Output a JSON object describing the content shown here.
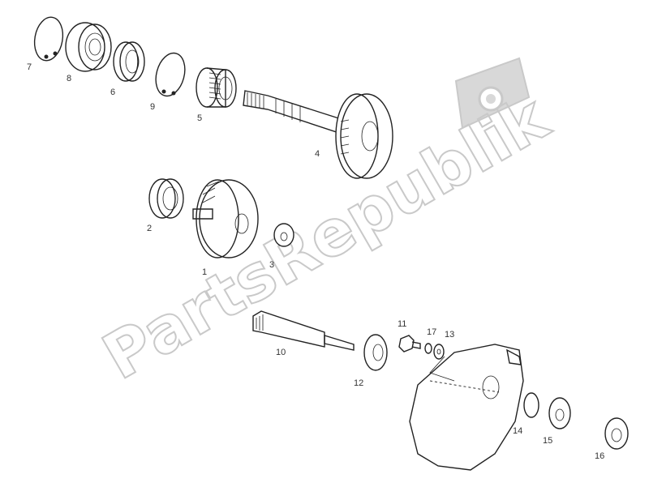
{
  "watermark": {
    "text": "PartsRepublik"
  },
  "part_labels": [
    {
      "id": "7",
      "text": "7"
    },
    {
      "id": "8",
      "text": "8"
    },
    {
      "id": "6",
      "text": "6"
    },
    {
      "id": "9",
      "text": "9"
    },
    {
      "id": "5",
      "text": "5"
    },
    {
      "id": "4",
      "text": "4"
    },
    {
      "id": "2",
      "text": "2"
    },
    {
      "id": "1",
      "text": "1"
    },
    {
      "id": "3",
      "text": "3"
    },
    {
      "id": "10",
      "text": "10"
    },
    {
      "id": "11",
      "text": "11"
    },
    {
      "id": "17",
      "text": "17"
    },
    {
      "id": "13",
      "text": "13"
    },
    {
      "id": "12",
      "text": "12"
    },
    {
      "id": "14",
      "text": "14"
    },
    {
      "id": "15",
      "text": "15"
    },
    {
      "id": "16",
      "text": "16"
    }
  ],
  "colors": {
    "line": "#222222",
    "watermark": "#c9c9c9",
    "background": "#ffffff"
  }
}
